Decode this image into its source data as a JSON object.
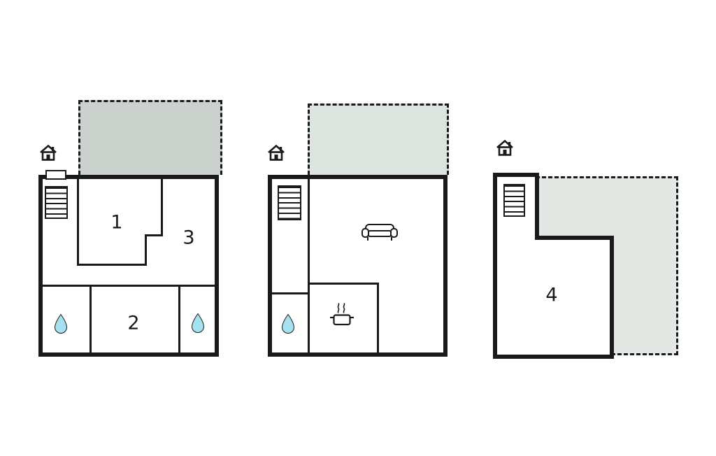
{
  "diagram": {
    "type": "floor-plan",
    "colors": {
      "background": "#ffffff",
      "wall": "#1a1a1a",
      "terrace_fill_left": "#cbd1cd",
      "terrace_fill_middle": "#dde3df",
      "terrace_fill_right": "#e3e8e4",
      "water_drop": "#a6e1ef"
    },
    "plans": [
      {
        "name": "floor-1",
        "room_labels": {
          "room1": "1",
          "room2": "2",
          "room3": "3"
        },
        "features": [
          "entrance-house-icon",
          "entrance-door",
          "stairs",
          "water-drop",
          "water-drop",
          "dashed-terrace"
        ]
      },
      {
        "name": "floor-2",
        "room_labels": {},
        "features": [
          "entrance-house-icon",
          "stairs",
          "water-drop",
          "sofa",
          "cooking-pot",
          "dashed-terrace"
        ]
      },
      {
        "name": "floor-3",
        "room_labels": {
          "room4": "4"
        },
        "features": [
          "entrance-house-icon",
          "stairs",
          "dashed-terrace"
        ]
      }
    ]
  }
}
